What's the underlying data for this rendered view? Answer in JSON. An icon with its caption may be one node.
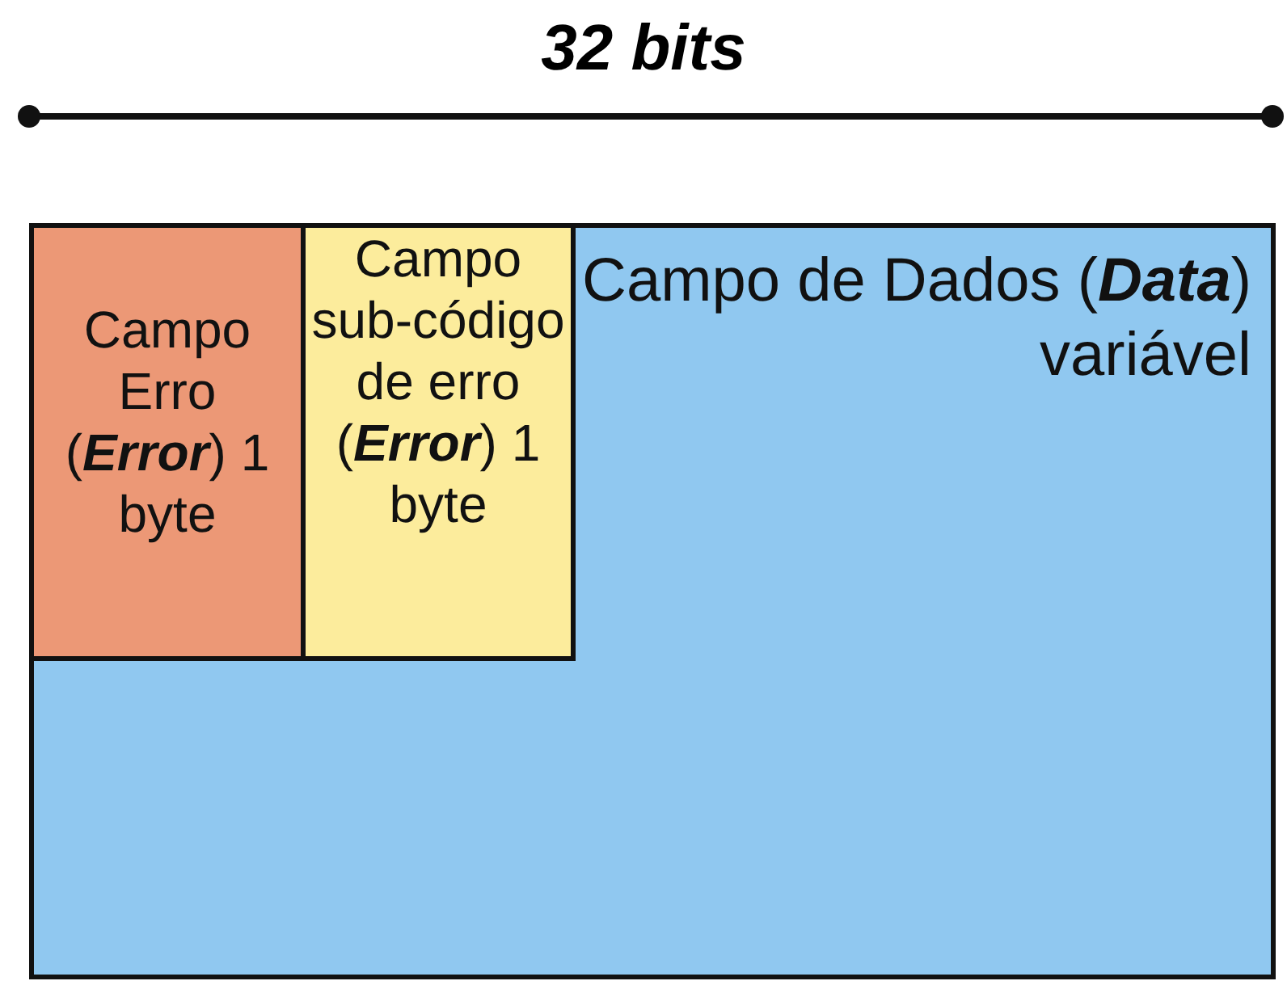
{
  "diagram": {
    "nodes": [
      {
        "text": [
          "Campo de Dados (**Data**) variável"
        ]
      },
      {
        "text": [
          "Campo Erro (**Error**) 1 byte"
        ],
        "in": 0
      },
      {
        "text": [
          "Campo sub-código de erro (**Error**) 1 byte"
        ],
        "in": 0
      }
    ],
    "labels": [
      "32 bits"
    ]
  }
}
